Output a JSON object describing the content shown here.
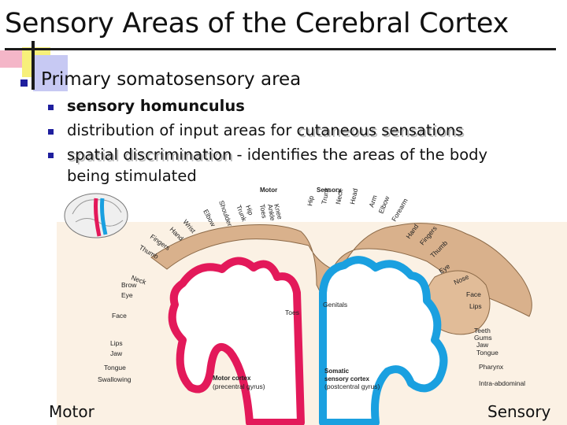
{
  "title": "Sensory Areas of the Cerebral Cortex",
  "bullet1": "Primary somatosensory area",
  "sub1": "sensory homunculus",
  "sub2_prefix": "distribution of input areas for ",
  "sub2_highlight": "cutaneous sensations",
  "sub3_highlight": "spatial discrimination",
  "sub3_rest": " - identifies the areas of the body",
  "sub3_cont": "being stimulated",
  "figure": {
    "header_motor": "Motor",
    "header_sensory": "Sensory",
    "motor_labels": [
      "Toes",
      "Ankle",
      "Knee",
      "Hip",
      "Trunk",
      "Shoulder",
      "Elbow",
      "Wrist",
      "Hand",
      "Fingers",
      "Thumb",
      "Neck",
      "Brow",
      "Eye",
      "Face",
      "Lips",
      "Jaw",
      "Tongue",
      "Swallowing"
    ],
    "sensory_labels": [
      "Genitals",
      "Hip",
      "Trunk",
      "Neck",
      "Head",
      "Arm",
      "Elbow",
      "Forearm",
      "Hand",
      "Fingers",
      "Thumb",
      "Eye",
      "Nose",
      "Face",
      "Lips",
      "Teeth",
      "Gums",
      "Jaw",
      "Tongue",
      "Pharynx",
      "Intra-abdominal"
    ],
    "motor_cortex_title": "Motor cortex",
    "motor_cortex_sub": "(precentral gyrus)",
    "sensory_cortex_title1": "Somatic",
    "sensory_cortex_title2": "sensory cortex",
    "sensory_cortex_sub": "(postcentral gyrus)",
    "toes_bottom": "Toes",
    "colors": {
      "motor": "#e3195a",
      "sensory": "#1aa0e0",
      "homunculus": "#d9b18c"
    }
  },
  "caption_motor": "Motor",
  "caption_sensory": "Sensory"
}
